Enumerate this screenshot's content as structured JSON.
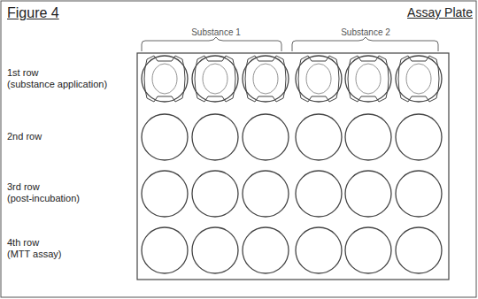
{
  "diagram": {
    "title": "Figure 4",
    "labels": [
      "Assay Plate",
      "Substance 1",
      "Substance 2",
      "1st row",
      "(substance application)",
      "2nd row",
      "3rd row",
      "(post-incubation)",
      "4th row",
      "(MTT assay)"
    ]
  }
}
